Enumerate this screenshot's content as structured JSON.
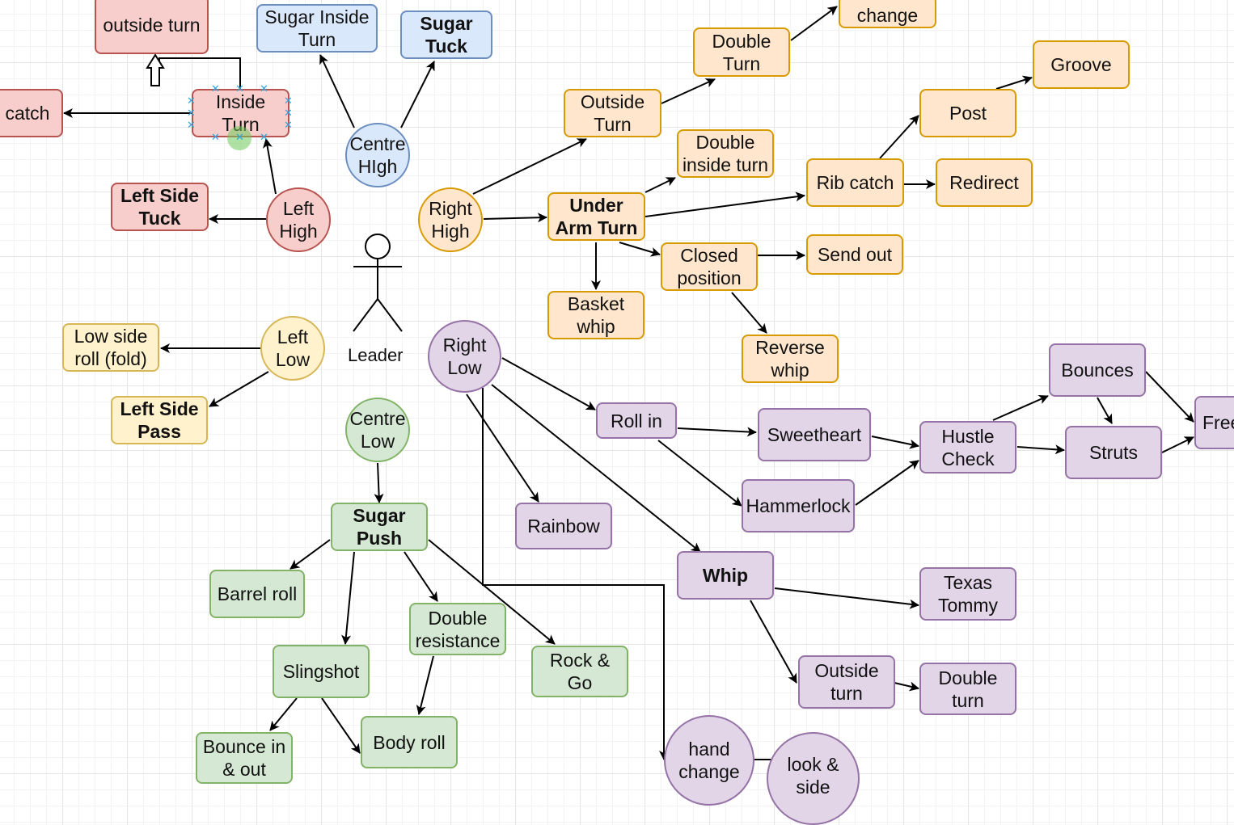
{
  "nodes": {
    "outside_turn_top": "outside turn",
    "catch": "catch",
    "inside_turn": "Inside\nTurn",
    "left_side_tuck": "Left Side\nTuck",
    "left_high": "Left\nHigh",
    "sugar_inside_turn": "Sugar Inside\nTurn",
    "sugar_tuck": "Sugar\nTuck",
    "centre_high": "Centre\nHIgh",
    "leader": "Leader",
    "right_high": "Right\nHigh",
    "outside_turn": "Outside\nTurn",
    "double_turn_top": "Double\nTurn",
    "hand_change_top": "change",
    "under_arm_turn": "Under\nArm Turn",
    "double_inside_turn": "Double\ninside turn",
    "rib_catch": "Rib catch",
    "post": "Post",
    "groove": "Groove",
    "redirect": "Redirect",
    "closed_position": "Closed\nposition",
    "send_out": "Send out",
    "basket_whip": "Basket\nwhip",
    "reverse_whip": "Reverse\nwhip",
    "left_low": "Left\nLow",
    "low_side_roll": "Low side\nroll (fold)",
    "left_side_pass": "Left Side\nPass",
    "centre_low": "Centre\nLow",
    "sugar_push": "Sugar\nPush",
    "barrel_roll": "Barrel roll",
    "slingshot": "Slingshot",
    "bounce_in_out": "Bounce in\n& out",
    "double_resistance": "Double\nresistance",
    "body_roll": "Body roll",
    "rock_go": "Rock &\nGo",
    "right_low": "Right\nLow",
    "roll_in": "Roll in",
    "rainbow": "Rainbow",
    "sweetheart": "Sweetheart",
    "hammerlock": "Hammerlock",
    "hustle_check": "Hustle\nCheck",
    "bounces": "Bounces",
    "struts": "Struts",
    "free": "Free",
    "whip": "Whip",
    "texas_tommy": "Texas\nTommy",
    "outside_turn_whip": "Outside\nturn",
    "double_turn_whip": "Double\nturn",
    "hand_change": "hand\nchange",
    "look_side": "look &\nside"
  },
  "colors": {
    "red": "#f8cecc",
    "blue": "#dae8fc",
    "orange": "#ffe6cc",
    "yellow": "#fff2cc",
    "green": "#d5e8d4",
    "purple": "#e1d5e7",
    "edge": "#000000",
    "selection": "#29a8e0"
  },
  "icons": {
    "leader": "stick-figure-icon"
  }
}
